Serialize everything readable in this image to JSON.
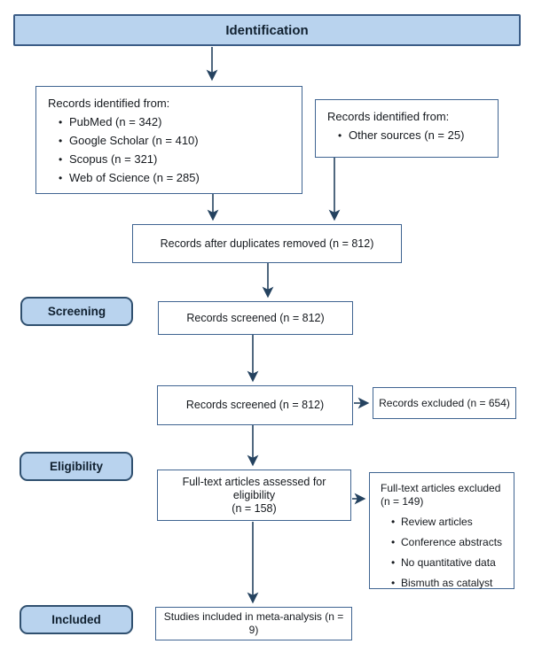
{
  "colors": {
    "stage_fill": "#b9d3ee",
    "stage_border": "#3b5c86",
    "box_border": "#3f6491",
    "arrow": "#24425f",
    "text": "#15191e"
  },
  "stage_labels": {
    "identification": "Identification",
    "screening": "Screening",
    "eligibility": "Eligibility",
    "included": "Included"
  },
  "boxes": {
    "records_identified_primary": {
      "title": "Records identified from:",
      "bullets": [
        "PubMed (n = 342)",
        "Google Scholar (n = 410)",
        "Scopus (n = 321)",
        "Web of Science (n = 285)"
      ]
    },
    "records_identified_other": {
      "title": "Records identified from:",
      "bullets": [
        "Other sources (n = 25)"
      ]
    },
    "duplicates_removed": {
      "text": "Records after duplicates removed (n = 812)"
    },
    "records_screened_1": {
      "text": "Records screened (n = 812)"
    },
    "records_screened_2": {
      "text": "Records screened (n = 812)"
    },
    "records_excluded": {
      "text": "Records excluded (n = 654)"
    },
    "fulltext_assessed": {
      "line1": "Full-text articles assessed for eligibility",
      "line2": "(n = 158)"
    },
    "fulltext_excluded": {
      "title": "Full-text articles excluded",
      "count": "(n = 149)",
      "bullets": [
        "Review articles",
        "Conference abstracts",
        "No quantitative data",
        "Bismuth as catalyst"
      ]
    },
    "studies_included": {
      "text": "Studies included in meta-analysis (n = 9)"
    }
  }
}
